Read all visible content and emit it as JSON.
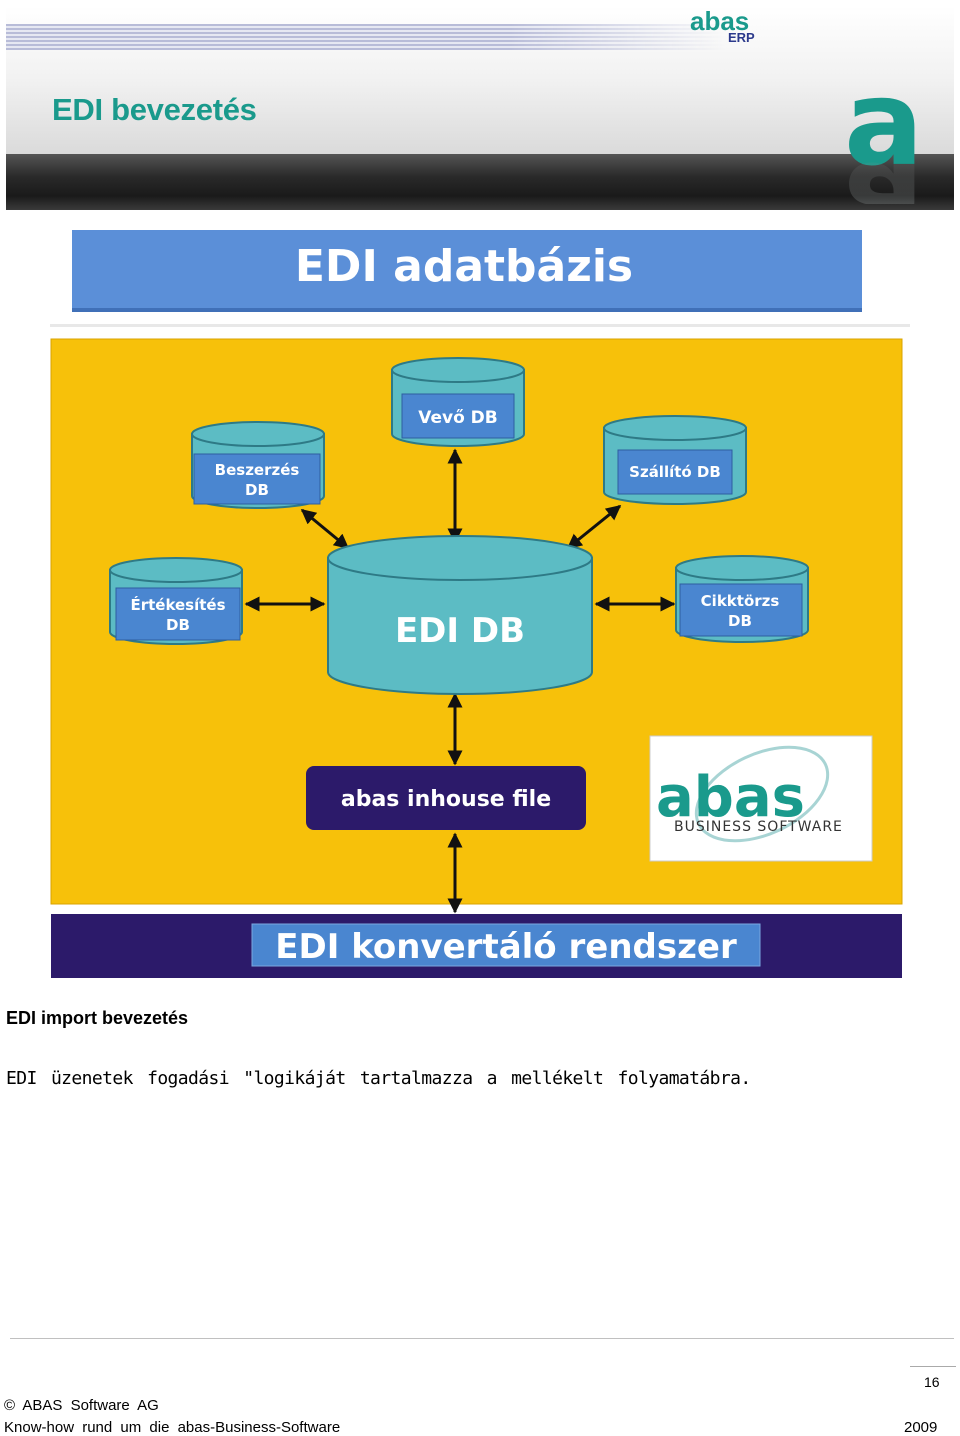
{
  "header": {
    "title": "EDI bevezetés",
    "logo_small": {
      "line1": "abas",
      "line2": "ERP"
    },
    "logo_big_letter": "a",
    "accent_color": "#1a9a8c"
  },
  "diagram": {
    "title": "EDI adatbázis",
    "center": "EDI DB",
    "nodes": {
      "vevo": "Vevő DB",
      "beszerzes_1": "Beszerzés",
      "beszerzes_2": "DB",
      "szallito": "Szállító DB",
      "ertekesites_1": "Értékesítés",
      "ertekesites_2": "DB",
      "cikktorzs_1": "Cikktörzs",
      "cikktorzs_2": "DB"
    },
    "inhouse_file": "abas inhouse file",
    "converter": "EDI konvertáló rendszer",
    "abas_logo": {
      "word": "abas",
      "tagline": "BUSINESS SOFTWARE"
    },
    "colors": {
      "background": "#f7c10a",
      "cylinder": "#5cbcc4",
      "label_box": "#4a86d0",
      "title_bar": "#5b8fd8",
      "inhouse": "#2c1a6a",
      "converter_band": "#2c1a6a"
    }
  },
  "body": {
    "heading": "EDI import bevezetés",
    "paragraph": "EDI üzenetek fogadási \"logikáját tartalmazza a mellékelt folyamatábra."
  },
  "footer": {
    "page_number": "16",
    "copyright": "© ABAS Software AG",
    "tagline": "Know-how rund um die abas-Business-Software",
    "year": "2009"
  }
}
